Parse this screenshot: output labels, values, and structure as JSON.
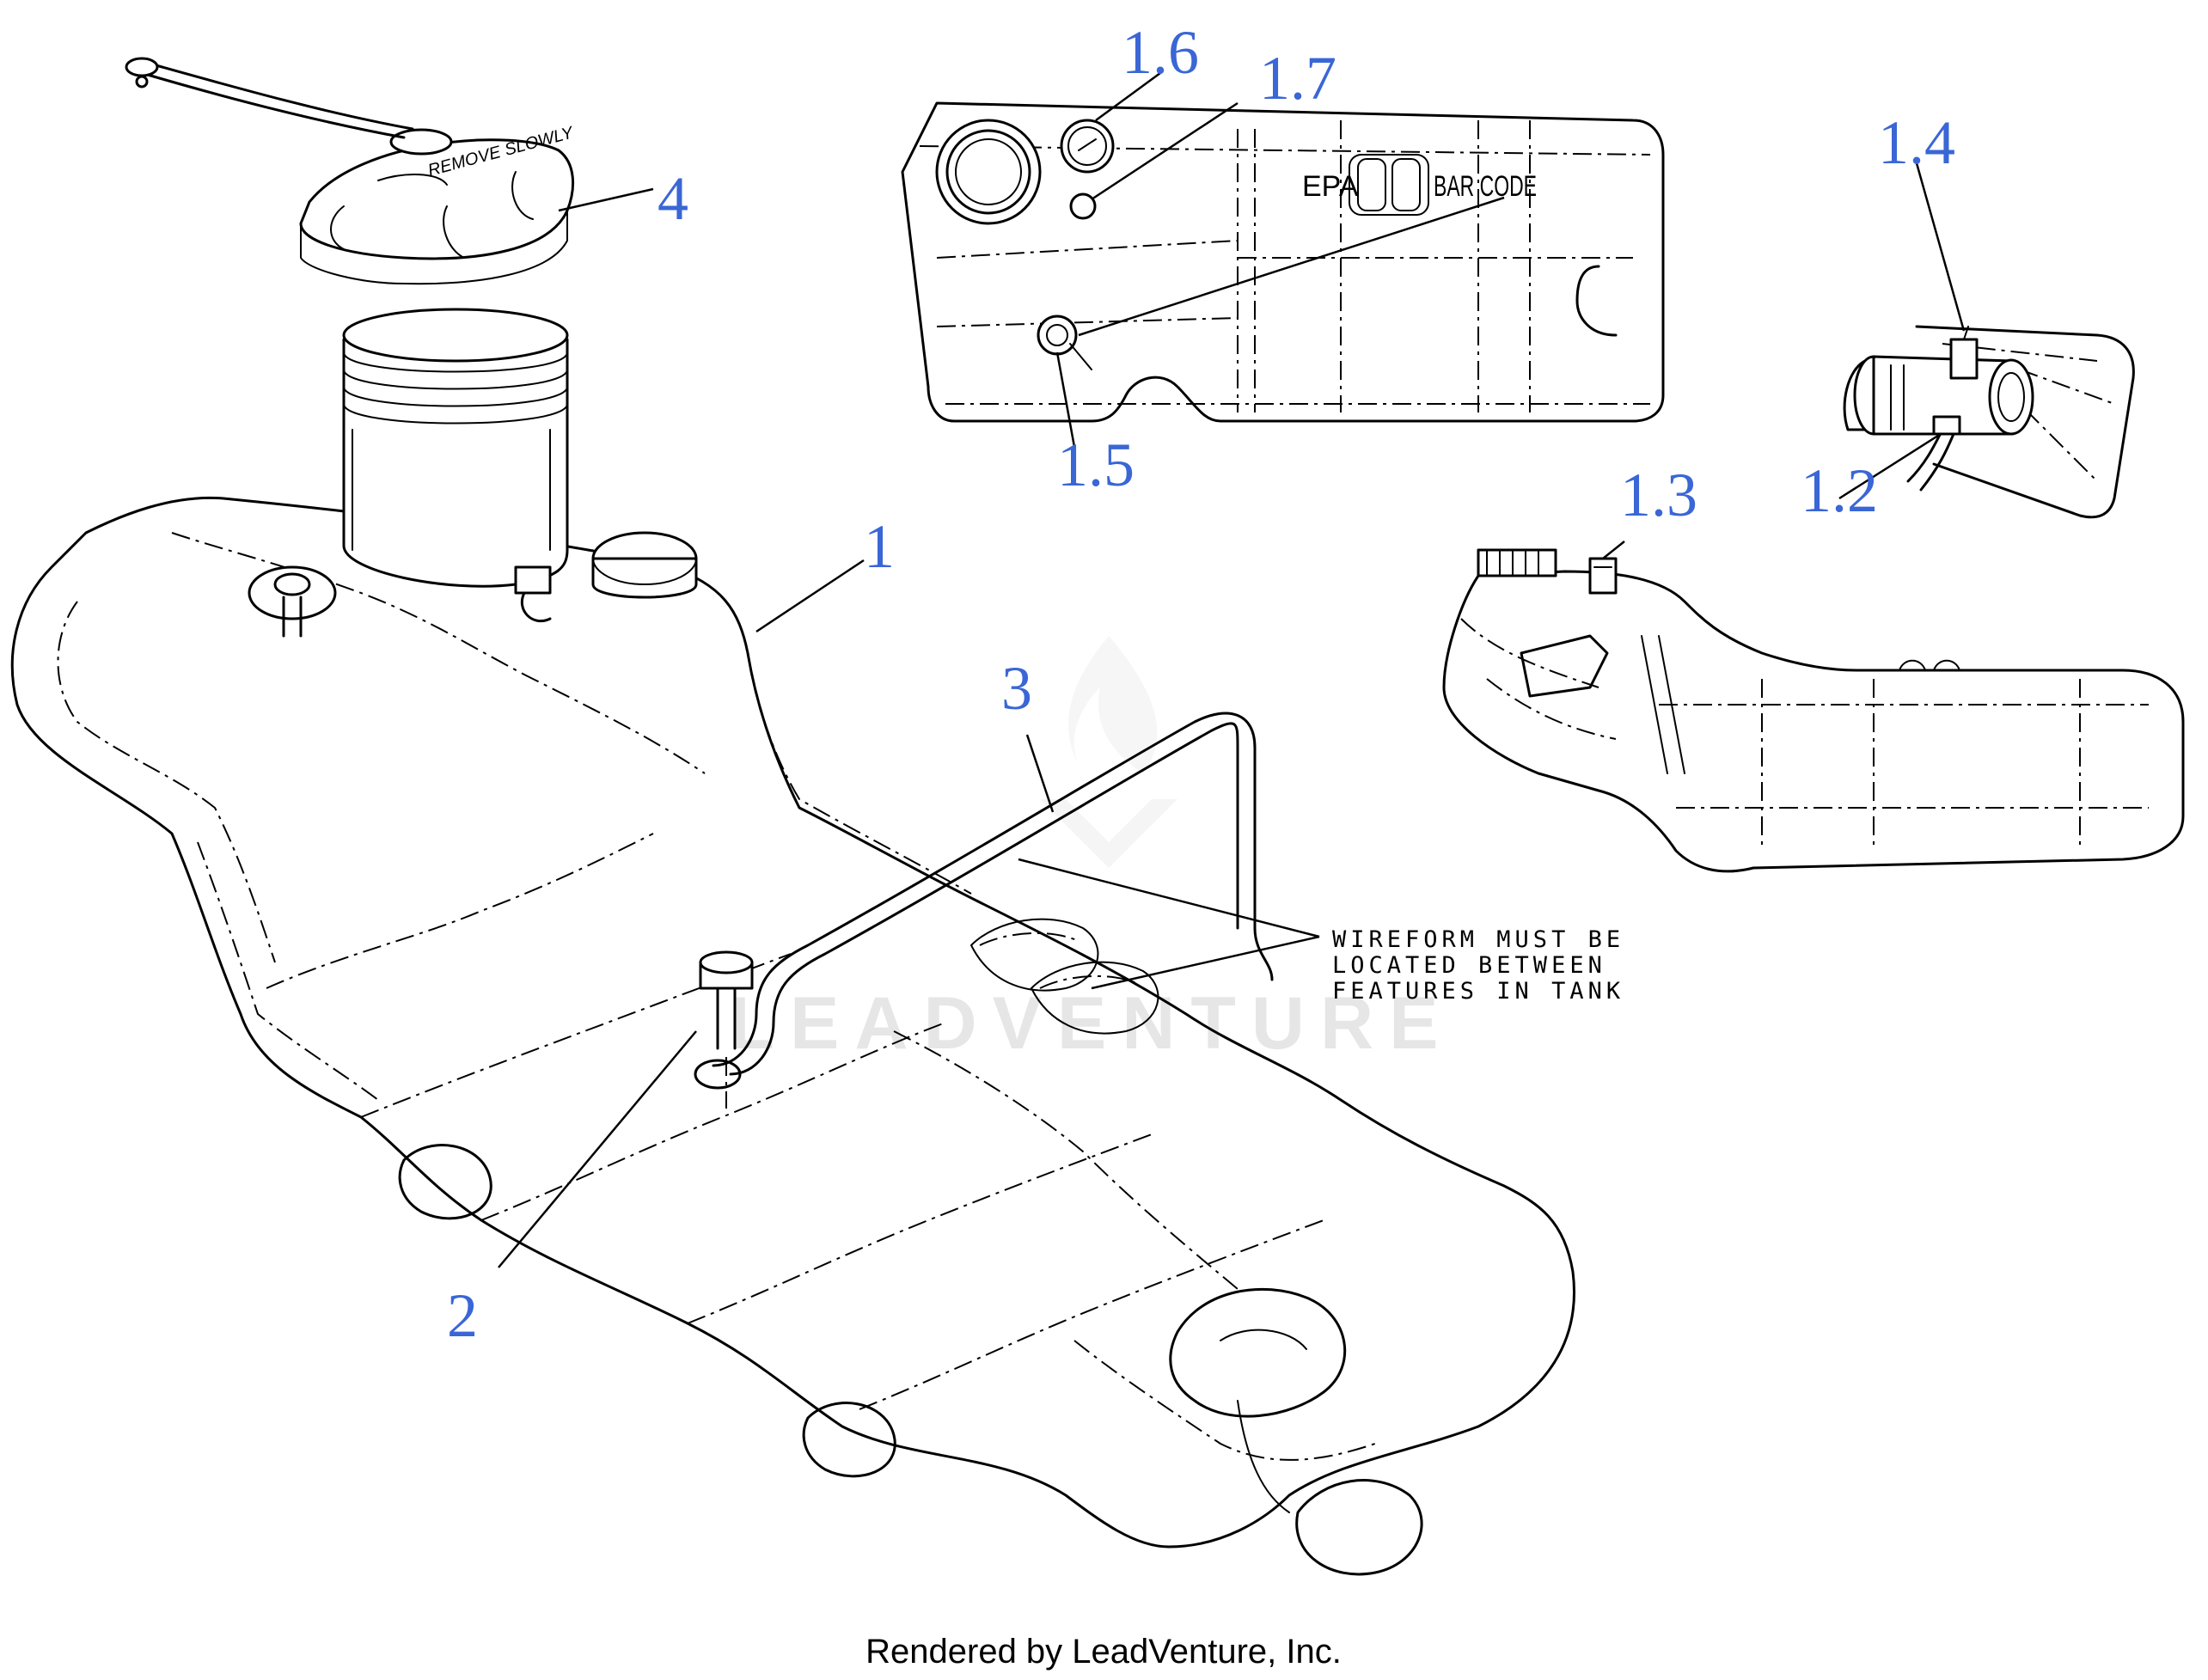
{
  "callouts": {
    "c1": "1",
    "c1_2": "1.2",
    "c1_3": "1.3",
    "c1_4": "1.4",
    "c1_5": "1.5",
    "c1_6": "1.6",
    "c1_7": "1.7",
    "c2": "2",
    "c3": "3",
    "c4": "4"
  },
  "note": {
    "line1": "WIREFORM MUST BE",
    "line2": "LOCATED BETWEEN",
    "line3": "FEATURES IN TANK"
  },
  "tank_labels": {
    "epa": "EPA",
    "barcode": "BAR CODE",
    "cap_text": "REMOVE SLOWLY"
  },
  "watermark": "LEADVENTURE",
  "footer": "Rendered by LeadVenture, Inc.",
  "colors": {
    "callout": "#3a66d6",
    "line": "#000000",
    "watermark": "#e6e6e6"
  }
}
